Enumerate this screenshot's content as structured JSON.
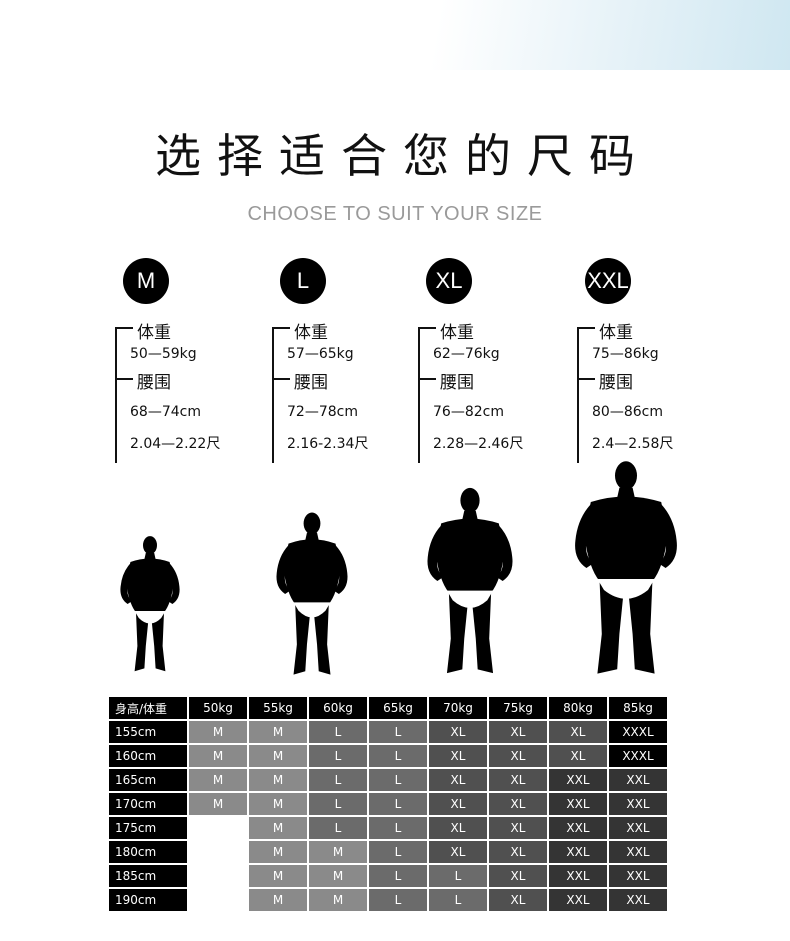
{
  "title": "选择适合您的尺码",
  "subtitle": "CHOOSE TO SUIT YOUR SIZE",
  "sizes": [
    {
      "label": "M",
      "weight_label": "体重",
      "weight": "50—59kg",
      "waist_label": "腰围",
      "waist_cm": "68—74cm",
      "waist_chi": "2.04—2.22尺"
    },
    {
      "label": "L",
      "weight_label": "体重",
      "weight": "57—65kg",
      "waist_label": "腰围",
      "waist_cm": "72—78cm",
      "waist_chi": "2.16-2.34尺"
    },
    {
      "label": "XL",
      "weight_label": "体重",
      "weight": "62—76kg",
      "waist_label": "腰围",
      "waist_cm": "76—82cm",
      "waist_chi": "2.28—2.46尺"
    },
    {
      "label": "XXL",
      "weight_label": "体重",
      "weight": "75—86kg",
      "waist_label": "腰围",
      "waist_cm": "80—86cm",
      "waist_chi": "2.4—2.58尺"
    }
  ],
  "table": {
    "corner": "身高/体重",
    "weights": [
      "50kg",
      "55kg",
      "60kg",
      "65kg",
      "70kg",
      "75kg",
      "80kg",
      "85kg"
    ],
    "rows": [
      {
        "height": "155cm",
        "cells": [
          "M",
          "M",
          "L",
          "L",
          "XL",
          "XL",
          "XL",
          "XXXL"
        ]
      },
      {
        "height": "160cm",
        "cells": [
          "M",
          "M",
          "L",
          "L",
          "XL",
          "XL",
          "XL",
          "XXXL"
        ]
      },
      {
        "height": "165cm",
        "cells": [
          "M",
          "M",
          "L",
          "L",
          "XL",
          "XL",
          "XXL",
          "XXL"
        ]
      },
      {
        "height": "170cm",
        "cells": [
          "M",
          "M",
          "L",
          "L",
          "XL",
          "XL",
          "XXL",
          "XXL"
        ]
      },
      {
        "height": "175cm",
        "cells": [
          "",
          "M",
          "L",
          "L",
          "XL",
          "XL",
          "XXL",
          "XXL"
        ]
      },
      {
        "height": "180cm",
        "cells": [
          "",
          "M",
          "M",
          "L",
          "XL",
          "XL",
          "XXL",
          "XXL"
        ]
      },
      {
        "height": "185cm",
        "cells": [
          "",
          "M",
          "M",
          "L",
          "L",
          "XL",
          "XXL",
          "XXL"
        ]
      },
      {
        "height": "190cm",
        "cells": [
          "",
          "M",
          "M",
          "L",
          "L",
          "XL",
          "XXL",
          "XXL"
        ]
      }
    ]
  },
  "colors": {
    "M": "#8a8a8a",
    "L": "#6b6b6b",
    "XL": "#505050",
    "XXL": "#343434",
    "XXXL": "#000000"
  }
}
